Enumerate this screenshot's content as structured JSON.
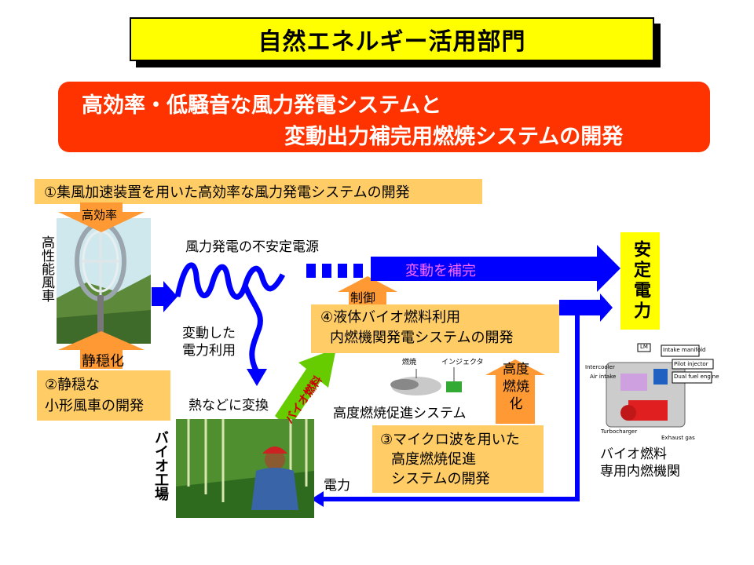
{
  "title": "自然エネルギー活用部門",
  "banner": {
    "line1": "高効率・低騒音な風力発電システムと",
    "line2": "変動出力補完用燃焼システムの開発"
  },
  "item1": "①集風加速装置を用いた高効率な風力発電システムの開発",
  "item2": {
    "line1": "②静穏な",
    "line2": "小形風車の開発"
  },
  "item3": {
    "line1": "③マイクロ波を用いた",
    "line2": "高度燃焼促進",
    "line3": "システムの開発"
  },
  "item4": {
    "line1": "④液体バイオ燃料利用",
    "line2": "内燃機関発電システムの開発"
  },
  "labels": {
    "turbine": "高性能風車",
    "high_efficiency": "高効率",
    "quiet": "静穏化",
    "unstable_power": "風力発電の不安定電源",
    "compensate": "変動を補完",
    "control": "制御",
    "fluctuating_use": {
      "line1": "変動した",
      "line2": "電力利用"
    },
    "heat_conversion": "熱などに変換",
    "biofuel": "バイオ燃料",
    "advanced_combustion_system": "高度燃焼促進システム",
    "advanced_combustion": {
      "line1": "高度",
      "line2": "燃焼",
      "line3": "化"
    },
    "stable_power": "安定電力",
    "bio_factory": "バイオ工場",
    "electricity": "電力",
    "engine": {
      "line1": "バイオ燃料",
      "line2": "専用内燃機関"
    }
  },
  "diagram_small": {
    "flame": "燃焼",
    "injector": "インジェクタ",
    "lm": "LM",
    "intercooler": "Intercooler",
    "airintake": "Air intake",
    "turbo": "Turbocharger",
    "exhaust": "Exhaust gas",
    "manifold": "Intake manifold",
    "pilot": "Pilot injector",
    "dual": "Dual fuel engine"
  },
  "colors": {
    "title_bg": "#ffff00",
    "banner_bg": "#ff3300",
    "box_bg": "#ffcc66",
    "arrow_blue": "#0000ff",
    "arrow_orange": "#ff9933",
    "arrow_green": "#66cc00"
  }
}
